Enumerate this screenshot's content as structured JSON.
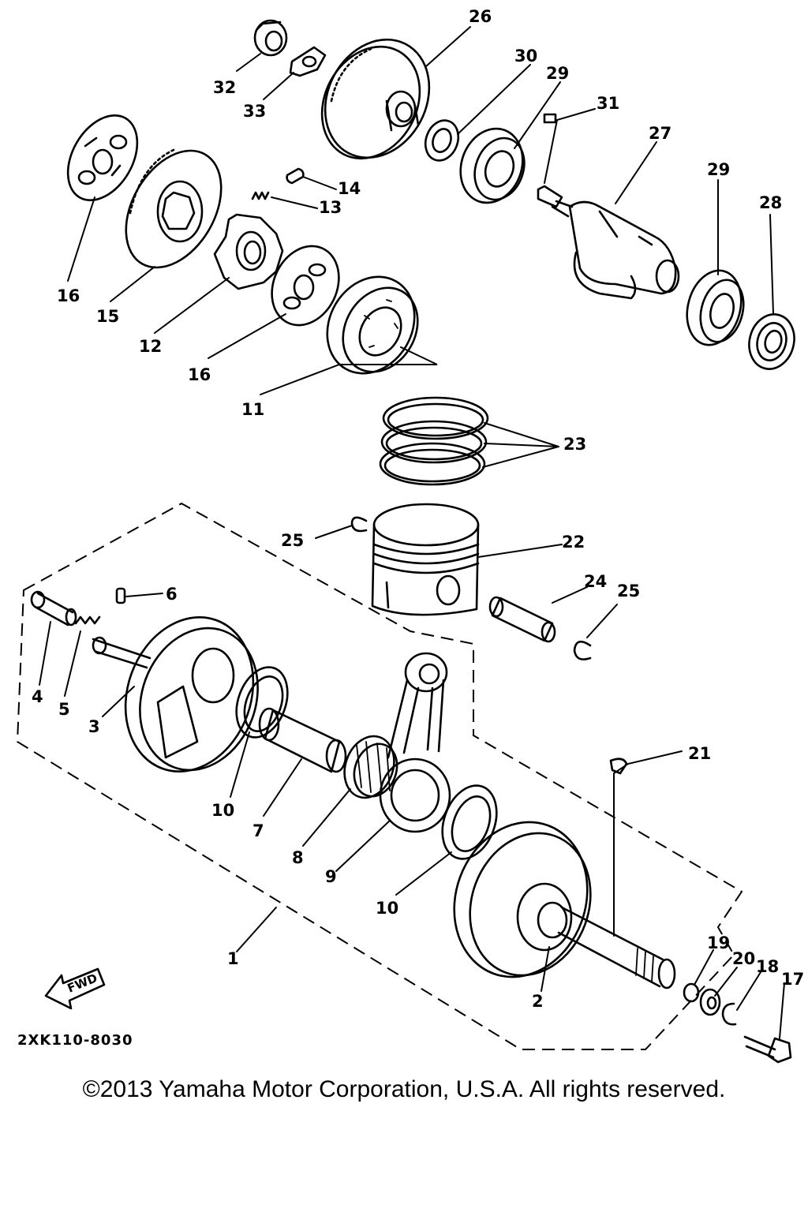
{
  "diagram": {
    "code": "2XK110-8030",
    "fwd_label": "FWD",
    "copyright": "©2013 Yamaha Motor Corporation, U.S.A. All rights reserved."
  },
  "callouts": {
    "p1": "1",
    "p2": "2",
    "p3": "3",
    "p4": "4",
    "p5": "5",
    "p6": "6",
    "p7": "7",
    "p8": "8",
    "p9": "9",
    "p10a": "10",
    "p10b": "10",
    "p11": "11",
    "p12": "12",
    "p13": "13",
    "p14": "14",
    "p15": "15",
    "p16a": "16",
    "p16b": "16",
    "p17": "17",
    "p18": "18",
    "p19": "19",
    "p20": "20",
    "p21": "21",
    "p22": "22",
    "p23": "23",
    "p24": "24",
    "p25a": "25",
    "p25b": "25",
    "p26": "26",
    "p27": "27",
    "p28": "28",
    "p29a": "29",
    "p29b": "29",
    "p30": "30",
    "p31": "31",
    "p32": "32",
    "p33": "33"
  }
}
